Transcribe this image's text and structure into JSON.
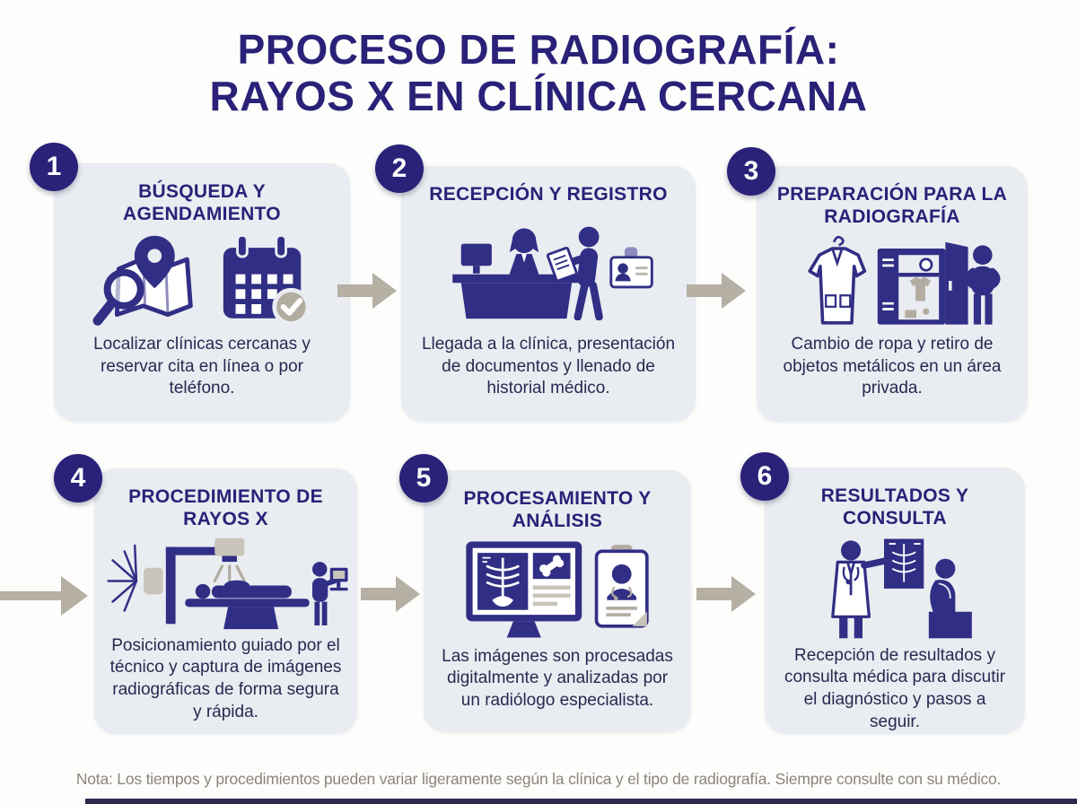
{
  "title": {
    "line1": "PROCESO DE RADIOGRAFÍA:",
    "line2": "RAYOS X EN CLÍNICA CERCANA"
  },
  "steps": [
    {
      "number": "1",
      "title": "BÚSQUEDA Y AGENDAMIENTO",
      "description": "Localizar clínicas cercanas y reservar cita en línea o por teléfono.",
      "icons": [
        "map-search-icon",
        "calendar-check-icon"
      ]
    },
    {
      "number": "2",
      "title": "RECEPCIÓN Y REGISTRO",
      "description": "Llegada a la clínica, presentación de documentos y llenado de historial médico.",
      "icons": [
        "reception-desk-icon",
        "id-badge-icon"
      ]
    },
    {
      "number": "3",
      "title": "PREPARACIÓN PARA LA RADIOGRAFÍA",
      "description": "Cambio de ropa y retiro de objetos metálicos en un área privada.",
      "icons": [
        "lab-coat-icon",
        "locker-icon",
        "patient-icon"
      ]
    },
    {
      "number": "4",
      "title": "PROCEDIMIENTO DE RAYOS X",
      "description": "Posicionamiento guiado por el técnico y captura de imágenes radiográficas de forma segura y rápida.",
      "icons": [
        "xray-machine-icon",
        "technician-icon"
      ]
    },
    {
      "number": "5",
      "title": "PROCESAMIENTO Y ANÁLISIS",
      "description": "Las imágenes son procesadas digitalmente y analizadas por un radiólogo especialista.",
      "icons": [
        "monitor-xray-icon",
        "radiologist-clipboard-icon"
      ]
    },
    {
      "number": "6",
      "title": "RESULTADOS Y CONSULTA",
      "description": "Recepción de resultados y consulta médica para discutir el diagnóstico y pasos a seguir.",
      "icons": [
        "doctor-xray-film-icon",
        "seated-patient-icon"
      ]
    }
  ],
  "note": "Nota: Los tiempos y procedimientos pueden variar ligeramente según la clínica y el tipo de radiografía. Siempre consulte con su médico.",
  "colors": {
    "navy": "#2a2178",
    "icon_navy": "#312e85",
    "card_background": "#e9ecf1",
    "arrow_taupe": "#b5afa4",
    "accent_gray": "#b3aca1",
    "note_gray": "#8b857b",
    "footer_bar": "#2b2a4e"
  }
}
